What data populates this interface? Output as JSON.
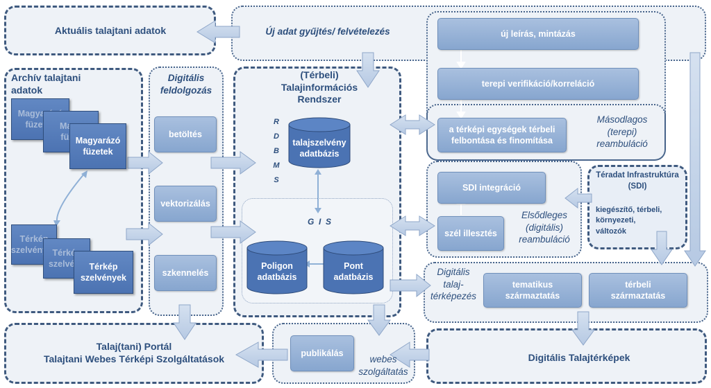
{
  "top": {
    "current_data": "Aktuális talajtani adatok",
    "new_data_collection": "Új adat gyűjtés/ felvételezés"
  },
  "archive": {
    "title": "Archív talajtani\nadatok",
    "booklets": [
      "Magyarázó",
      "Magy",
      "Magyarázó\nfüzetek"
    ],
    "booklets_sub": [
      "füzetek",
      "füzet"
    ],
    "sheets": [
      "Térkép\nszelvények",
      "Térkép\nszelvény",
      "Térkép\nszelvények"
    ]
  },
  "digital_processing": {
    "title": "Digitális\nfeldolgozás",
    "steps": [
      "betöltés",
      "vektorizálás",
      "szkennelés"
    ]
  },
  "tir": {
    "title": "(Térbeli)\nTalajinformációs\nRendszer",
    "rdbms": [
      "R",
      "D",
      "B",
      "M",
      "S"
    ],
    "profile_db": "talajszelvény\nadatbázis",
    "gis": "G  I  S",
    "polygon_db": "Poligon\nadatbázis",
    "point_db": "Pont\nadatbázis"
  },
  "right": {
    "new_description": "új leírás, mintázás",
    "field_verification": "terepi verifikáció/korreláció",
    "refinement": "a térképi egységek térbeli\nfelbontása és finomítása",
    "secondary": "Másodlagos\n(terepi)\nreambuláció",
    "sdi_integration": "SDI integráció",
    "edge_matching": "szél illesztés",
    "primary": "Elsődleges\n(digitális)\nreambuláció",
    "sdi_title": "Téradat Infrastruktúra\n(SDI)",
    "sdi_items": "kiegészítő, térbeli,\nkörnyezeti,\nváltozók"
  },
  "mapping": {
    "title": "Digitális\ntalaj-\ntérképezés",
    "thematic": "tematikus\nszármaztatás",
    "spatial": "térbeli\nszármaztatás"
  },
  "bottom": {
    "portal": "Talaj(tani) Portál\nTalajtani Webes Térképi Szolgáltatások",
    "publishing": "publikálás",
    "web_services": "webes\nszolgáltatás",
    "digital_maps": "Digitális Talajtérképek"
  },
  "colors": {
    "dash_border": "#3f5a7f",
    "panel_bg": "#eef2f7",
    "button_fill": "#95b0d6",
    "card_fill": "#5680bd",
    "title_text": "#2d4f7d"
  }
}
